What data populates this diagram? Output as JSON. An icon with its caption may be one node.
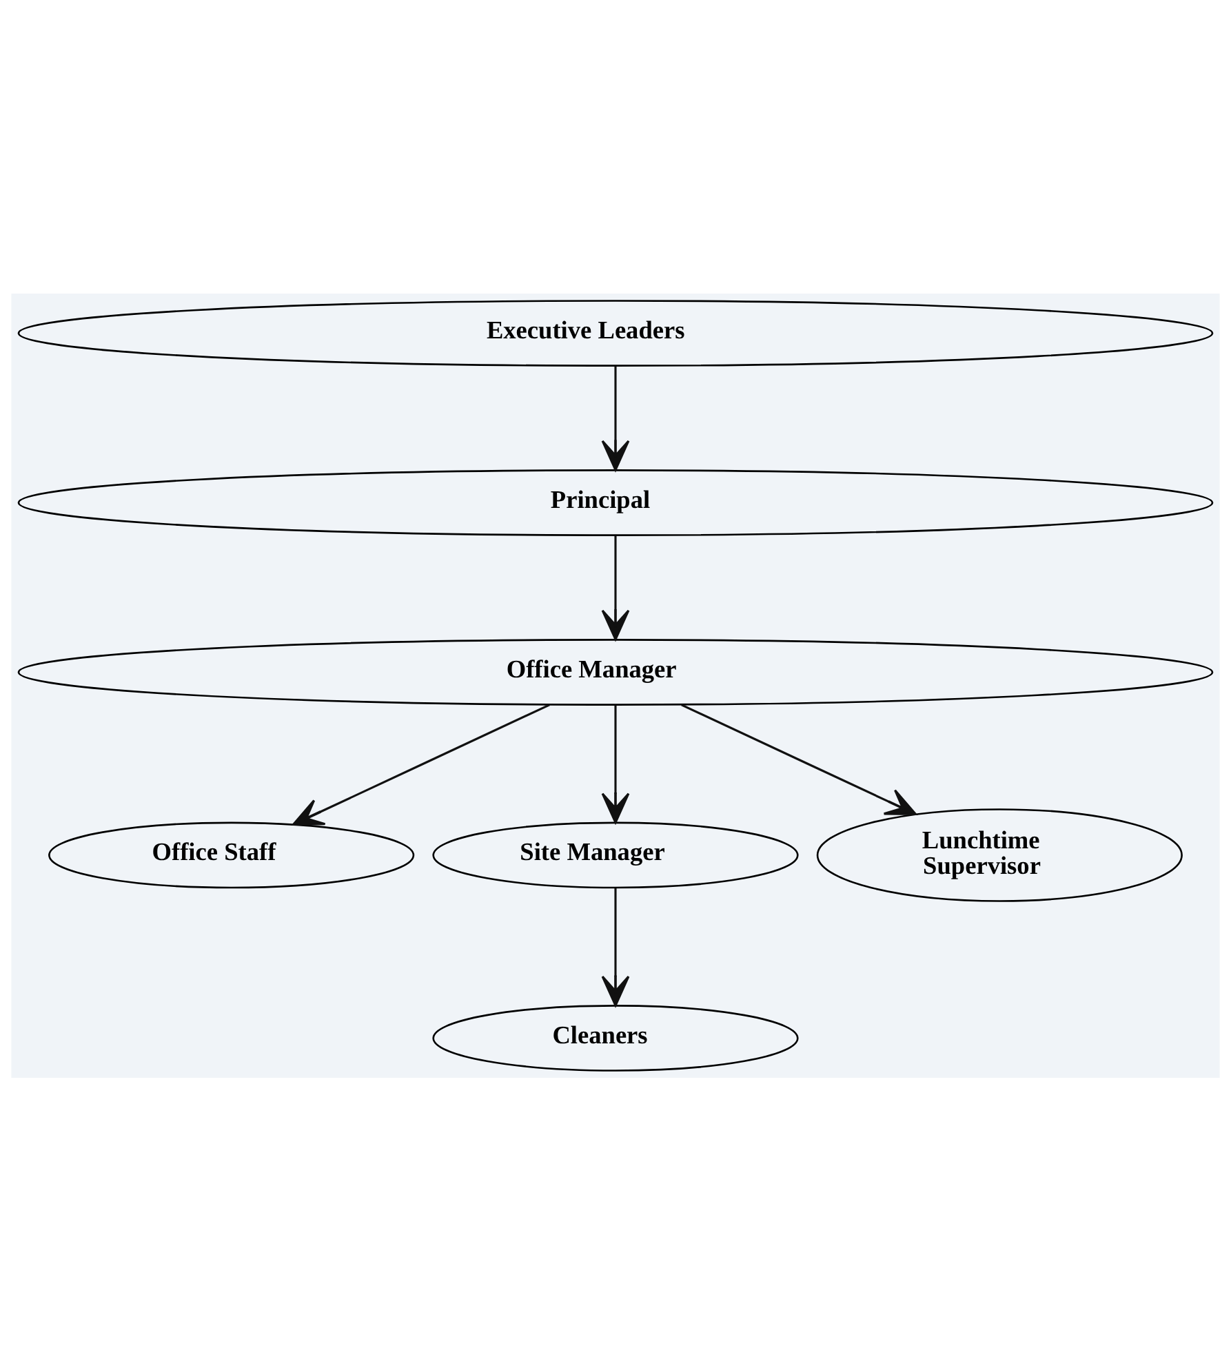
{
  "diagram": {
    "nodes": [
      {
        "text": [
          "Executive Leaders"
        ]
      },
      {
        "text": [
          "Principal"
        ]
      },
      {
        "text": [
          "Office Manager"
        ]
      },
      {
        "text": [
          "Office Staff"
        ]
      },
      {
        "text": [
          "Site Manager"
        ]
      },
      {
        "text": [
          "Lunchtime Supervisor"
        ]
      },
      {
        "text": [
          "Cleaners"
        ]
      }
    ],
    "edges": [
      {
        "from": 0,
        "to": 1,
        "arrow": "to"
      },
      {
        "from": 1,
        "to": 2,
        "arrow": "to"
      },
      {
        "from": 2,
        "to": 3,
        "arrow": "to"
      },
      {
        "from": 2,
        "to": 4,
        "arrow": "to"
      },
      {
        "from": 2,
        "to": 5,
        "arrow": "to"
      },
      {
        "from": 4,
        "to": 6,
        "arrow": "to"
      }
    ]
  }
}
